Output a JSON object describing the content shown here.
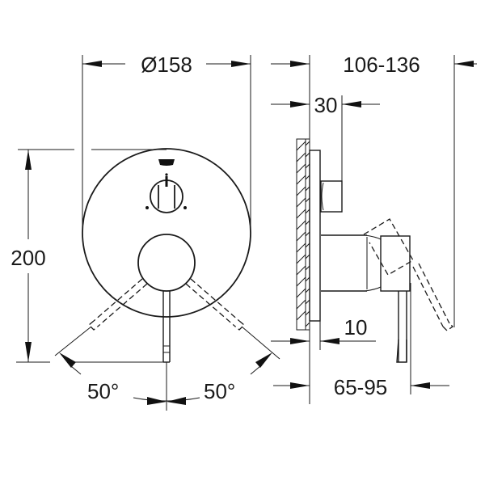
{
  "drawing": {
    "subject": "Concealed shower mixer with diverter - dimensional drawing",
    "colors": {
      "line": "#1a1a1a",
      "background": "#ffffff"
    },
    "front_view": {
      "rosette_diameter_label": "Ø158",
      "height_label": "200",
      "left_angle_label": "50°",
      "right_angle_label": "50°"
    },
    "side_view": {
      "total_projection_label": "106-136",
      "diverter_projection_label": "30",
      "plate_thickness_label": "10",
      "handle_projection_label": "65-95"
    }
  }
}
